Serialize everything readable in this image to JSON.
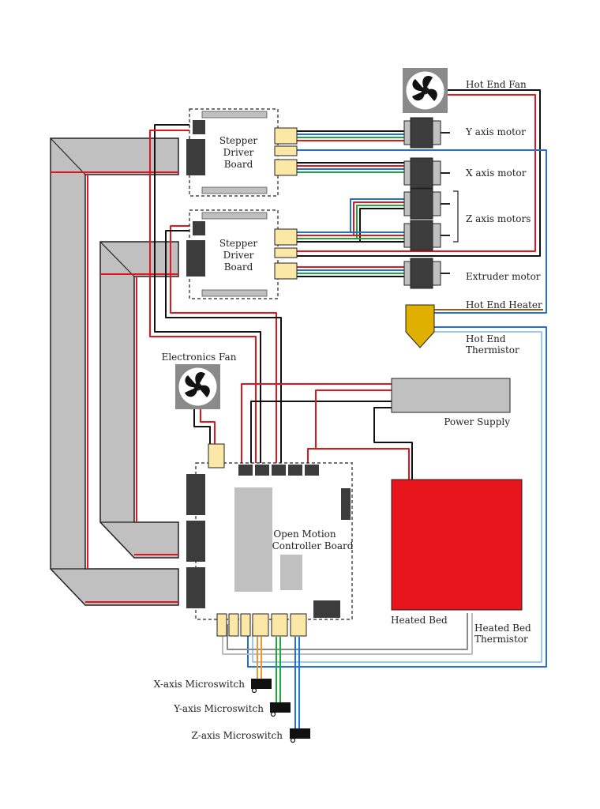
{
  "labels": {
    "stepper_board_top": [
      "Stepper",
      "Driver",
      "Board"
    ],
    "stepper_board_bottom": [
      "Stepper",
      "Driver",
      "Board"
    ],
    "hot_end_fan": "Hot End Fan",
    "y_axis_motor": "Y axis motor",
    "x_axis_motor": "X axis motor",
    "z_axis_motors": "Z axis motors",
    "extruder_motor": "Extruder motor",
    "hot_end_heater": "Hot End Heater",
    "hot_end_thermistor": [
      "Hot End",
      "Thermistor"
    ],
    "electronics_fan": "Electronics Fan",
    "power_supply": "Power Supply",
    "controller_board": [
      "Open Motion",
      "Controller Board"
    ],
    "heated_bed": "Heated Bed",
    "heated_bed_thermistor": [
      "Heated Bed",
      "Thermistor"
    ],
    "x_microswitch": "X-axis Microswitch",
    "y_microswitch": "Y-axis Microswitch",
    "z_microswitch": "Z-axis Microswitch"
  },
  "colors": {
    "wire_red": "#e8141c",
    "wire_black": "#111111",
    "wire_blue": "#1e6fe0",
    "wire_green": "#1fa83a",
    "wire_brown": "#9a5a1a",
    "wire_orange": "#f0962a",
    "wire_gray": "#8a8a8a",
    "connector": "#fbe7a6",
    "chip": "#3c3c3c",
    "panel_gray": "#c0c0c0",
    "heated_bed": "#e8141c",
    "hot_end_heater": "#e0b000"
  }
}
